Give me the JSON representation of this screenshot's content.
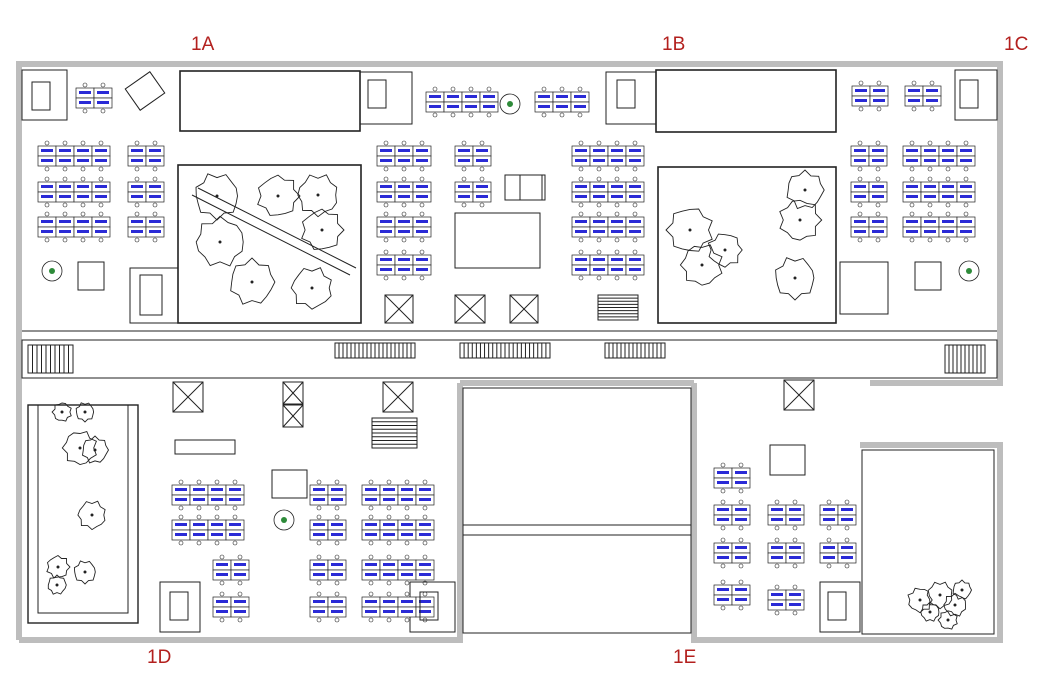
{
  "zones": {
    "a": "1A",
    "b": "1B",
    "c": "1C",
    "d": "1D",
    "e": "1E"
  },
  "colors": {
    "label": "#b3201e",
    "wall": "#bdbdbd",
    "line": "#222222",
    "desk_text": "#2b2bd6",
    "plant": "#2e8b3a"
  },
  "icons": [
    "tree-icon",
    "desk-icon",
    "plant-icon",
    "stair-icon",
    "elevator-icon"
  ]
}
